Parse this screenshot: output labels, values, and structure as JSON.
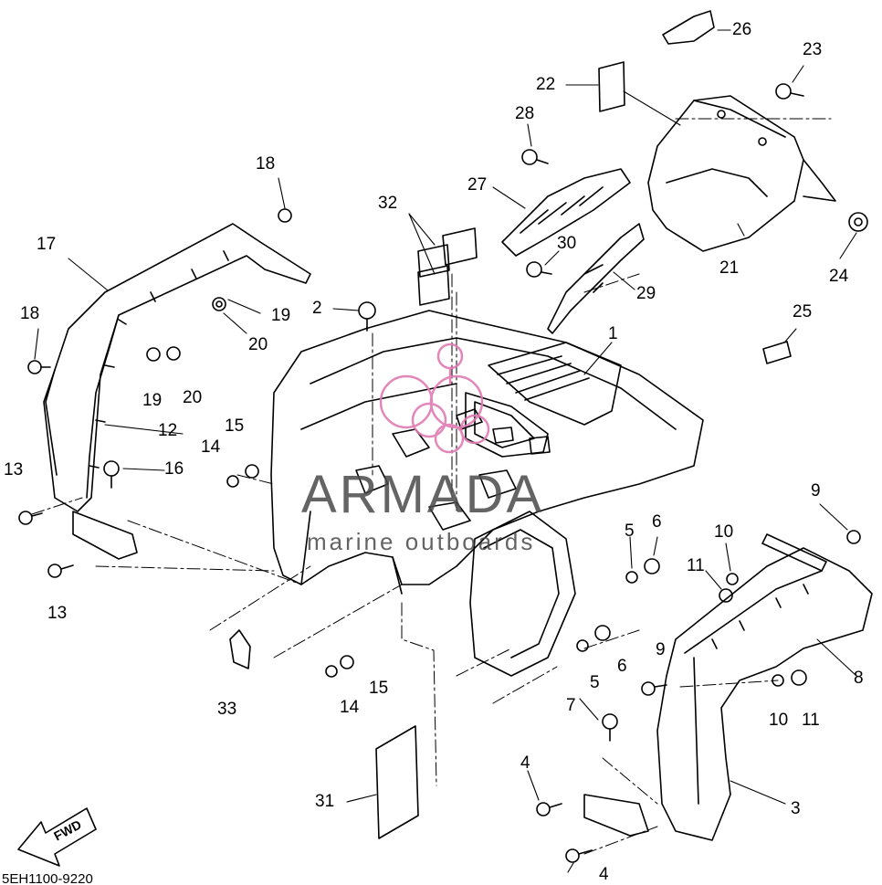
{
  "diagram": {
    "catalog_number": "5EH1100-9220",
    "direction_label": "FWD",
    "watermark": {
      "title": "ARMADA",
      "subtitle": "marine outboards",
      "accent_color": "#e07bb3"
    },
    "callouts": [
      {
        "id": "c26",
        "label": "26"
      },
      {
        "id": "c23",
        "label": "23"
      },
      {
        "id": "c22",
        "label": "22"
      },
      {
        "id": "c28",
        "label": "28"
      },
      {
        "id": "c27",
        "label": "27"
      },
      {
        "id": "c18a",
        "label": "18"
      },
      {
        "id": "c17",
        "label": "17"
      },
      {
        "id": "c32",
        "label": "32"
      },
      {
        "id": "c30",
        "label": "30"
      },
      {
        "id": "c21",
        "label": "21"
      },
      {
        "id": "c24",
        "label": "24"
      },
      {
        "id": "c29",
        "label": "29"
      },
      {
        "id": "c19a",
        "label": "19"
      },
      {
        "id": "c2",
        "label": "2"
      },
      {
        "id": "c20a",
        "label": "20"
      },
      {
        "id": "c25",
        "label": "25"
      },
      {
        "id": "c18b",
        "label": "18"
      },
      {
        "id": "c1",
        "label": "1"
      },
      {
        "id": "c19b",
        "label": "19"
      },
      {
        "id": "c20b",
        "label": "20"
      },
      {
        "id": "c12",
        "label": "12"
      },
      {
        "id": "c15a",
        "label": "15"
      },
      {
        "id": "c14a",
        "label": "14"
      },
      {
        "id": "c13a",
        "label": "13"
      },
      {
        "id": "c16",
        "label": "16"
      },
      {
        "id": "c9a",
        "label": "9"
      },
      {
        "id": "c5a",
        "label": "5"
      },
      {
        "id": "c6a",
        "label": "6"
      },
      {
        "id": "c10a",
        "label": "10"
      },
      {
        "id": "c11a",
        "label": "11"
      },
      {
        "id": "c13b",
        "label": "13"
      },
      {
        "id": "c6b",
        "label": "6"
      },
      {
        "id": "c9b",
        "label": "9"
      },
      {
        "id": "c8",
        "label": "8"
      },
      {
        "id": "c5b",
        "label": "5"
      },
      {
        "id": "c33",
        "label": "33"
      },
      {
        "id": "c14b",
        "label": "14"
      },
      {
        "id": "c15b",
        "label": "15"
      },
      {
        "id": "c7",
        "label": "7"
      },
      {
        "id": "c10b",
        "label": "10"
      },
      {
        "id": "c11b",
        "label": "11"
      },
      {
        "id": "c4a",
        "label": "4"
      },
      {
        "id": "c31",
        "label": "31"
      },
      {
        "id": "c3",
        "label": "3"
      },
      {
        "id": "c4b",
        "label": "4"
      }
    ]
  }
}
